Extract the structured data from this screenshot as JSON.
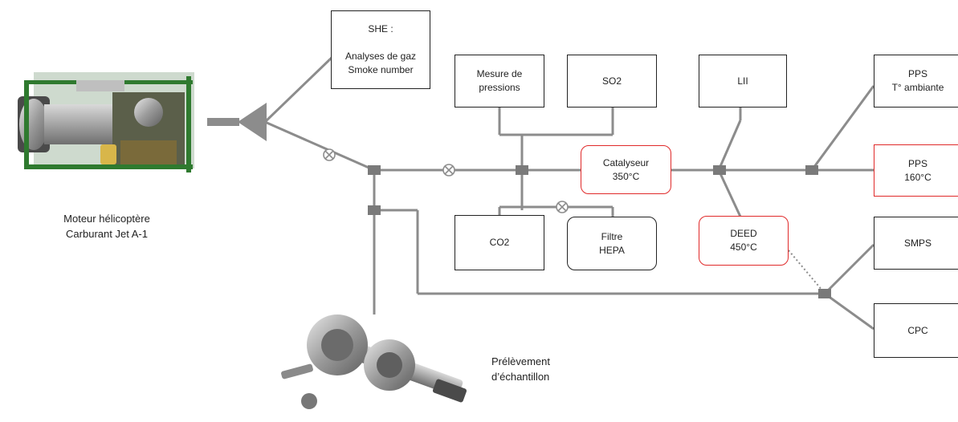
{
  "boxes": {
    "she": {
      "line1": "SHE :",
      "line2": "",
      "line3": "Analyses de gaz",
      "line4": "Smoke number"
    },
    "mesure_pressions": {
      "line1": "Mesure de",
      "line2": "pressions"
    },
    "so2": {
      "label": "SO2"
    },
    "lii": {
      "label": "LII"
    },
    "pps_ambiante": {
      "line1": "PPS",
      "line2": "T° ambiante"
    },
    "catalyseur": {
      "line1": "Catalyseur",
      "line2": "350°C"
    },
    "pps_160": {
      "line1": "PPS",
      "line2": "160°C"
    },
    "co2": {
      "label": "CO2"
    },
    "filtre_hepa": {
      "line1": "Filtre",
      "line2": "HEPA"
    },
    "deed": {
      "line1": "DEED",
      "line2": "450°C"
    },
    "smps": {
      "label": "SMPS"
    },
    "cpc": {
      "label": "CPC"
    }
  },
  "captions": {
    "moteur": {
      "line1": "Moteur hélicoptère",
      "line2": "Carburant Jet A-1"
    },
    "prelevement": {
      "line1": "Prélèvement",
      "line2": "d’échantillon"
    }
  },
  "colors": {
    "line": "#8c8c8c",
    "box_border": "#222222",
    "heated_border": "#e02a2a",
    "node": "#7a7a7a"
  },
  "icons": {
    "valve": "valve-icon",
    "engine": "helicopter-engine-photo",
    "probe": "sampling-probe-photo"
  }
}
